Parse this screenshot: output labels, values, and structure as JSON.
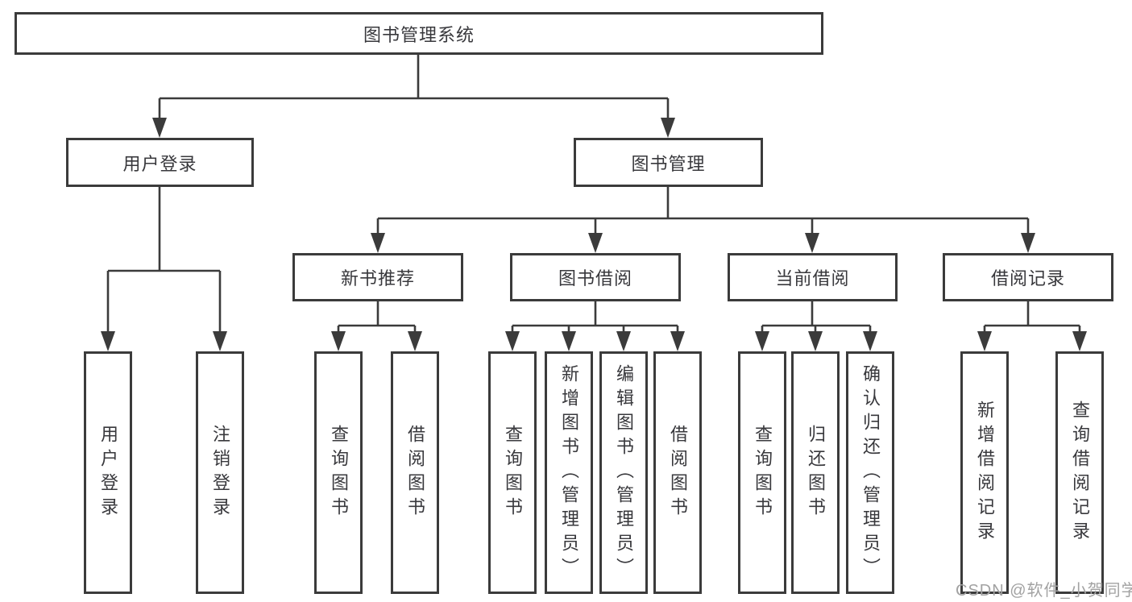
{
  "diagram": {
    "type": "tree",
    "root": {
      "label": "图书管理系统"
    },
    "branches": [
      {
        "label": "用户登录"
      },
      {
        "label": "图书管理"
      }
    ],
    "modules": [
      {
        "label": "新书推荐",
        "parent": "图书管理"
      },
      {
        "label": "图书借阅",
        "parent": "图书管理"
      },
      {
        "label": "当前借阅",
        "parent": "图书管理"
      },
      {
        "label": "借阅记录",
        "parent": "图书管理"
      }
    ],
    "leaves": [
      {
        "label": "用户登录",
        "parent": "用户登录"
      },
      {
        "label": "注销登录",
        "parent": "用户登录"
      },
      {
        "label": "查询图书",
        "parent": "新书推荐"
      },
      {
        "label": "借阅图书",
        "parent": "新书推荐"
      },
      {
        "label": "查询图书",
        "parent": "图书借阅"
      },
      {
        "label": "新增图书（管理员）",
        "parent": "图书借阅"
      },
      {
        "label": "编辑图书（管理员）",
        "parent": "图书借阅"
      },
      {
        "label": "借阅图书",
        "parent": "图书借阅"
      },
      {
        "label": "查询图书",
        "parent": "当前借阅"
      },
      {
        "label": "归还图书",
        "parent": "当前借阅"
      },
      {
        "label": "确认归还（管理员）",
        "parent": "当前借阅"
      },
      {
        "label": "新增借阅记录",
        "parent": "借阅记录"
      },
      {
        "label": "查询借阅记录",
        "parent": "借阅记录"
      }
    ]
  },
  "watermark": {
    "text": "CSDN @软件_小贺同学"
  },
  "colors": {
    "box_border": "#3b3b3b",
    "connector_line": "#3b3b3b",
    "text": "#38383c",
    "watermark": "#a2a2a2",
    "background": "#ffffff"
  }
}
